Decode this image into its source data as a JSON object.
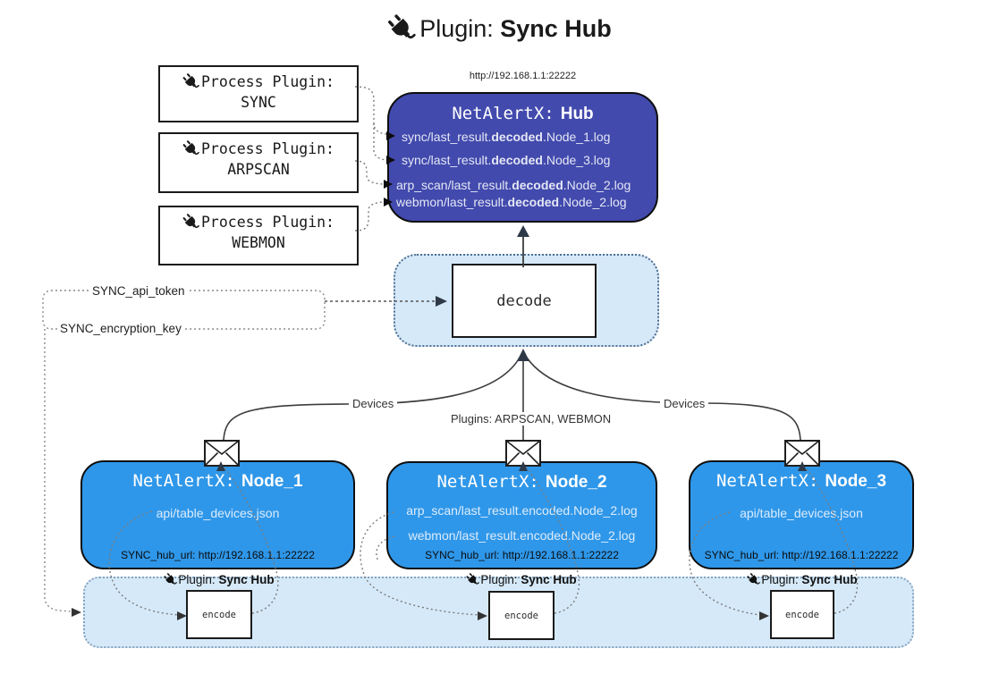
{
  "title": {
    "prefix": "Plugin:",
    "name": "Sync Hub"
  },
  "hub": {
    "url": "http://192.168.1.1:22222",
    "title_prefix": "NetAlertX:",
    "title_name": "Hub",
    "lines": [
      {
        "pre": "sync/last_result.",
        "bold": "decoded",
        "post": ".Node_1.log"
      },
      {
        "pre": "sync/last_result.",
        "bold": "decoded",
        "post": ".Node_3.log"
      },
      {
        "pre": "arp_scan/last_result.",
        "bold": "decoded",
        "post": ".Node_2.log"
      },
      {
        "pre": "webmon/last_result.",
        "bold": "decoded",
        "post": ".Node_2.log"
      }
    ]
  },
  "process_plugins": [
    {
      "label": "Process Plugin:",
      "name": "SYNC"
    },
    {
      "label": "Process Plugin:",
      "name": "ARPSCAN"
    },
    {
      "label": "Process Plugin:",
      "name": "WEBMON"
    }
  ],
  "tokens": {
    "api_token": "SYNC_api_token",
    "encryption_key": "SYNC_encryption_key"
  },
  "decode_label": "decode",
  "edge_labels": {
    "devices_left": "Devices",
    "plugins_mid": "Plugins: ARPSCAN, WEBMON",
    "devices_right": "Devices"
  },
  "nodes": [
    {
      "title_prefix": "NetAlertX:",
      "title_name": "Node_1",
      "files": [
        "api/table_devices.json"
      ],
      "hub_url": "SYNC_hub_url: http://192.168.1.1:22222"
    },
    {
      "title_prefix": "NetAlertX:",
      "title_name": "Node_2",
      "files": [
        "arp_scan/last_result.encoded.Node_2.log",
        "webmon/last_result.encoded.Node_2.log"
      ],
      "hub_url": "SYNC_hub_url: http://192.168.1.1:22222"
    },
    {
      "title_prefix": "NetAlertX:",
      "title_name": "Node_3",
      "files": [
        "api/table_devices.json"
      ],
      "hub_url": "SYNC_hub_url: http://192.168.1.1:22222"
    }
  ],
  "encode": {
    "plugin_label": "Plugin:",
    "plugin_name": "Sync Hub",
    "box_label": "encode"
  },
  "colors": {
    "hub_fill": "#424aad",
    "node_fill": "#2f97e9",
    "panel_fill": "#d6e9f8"
  }
}
